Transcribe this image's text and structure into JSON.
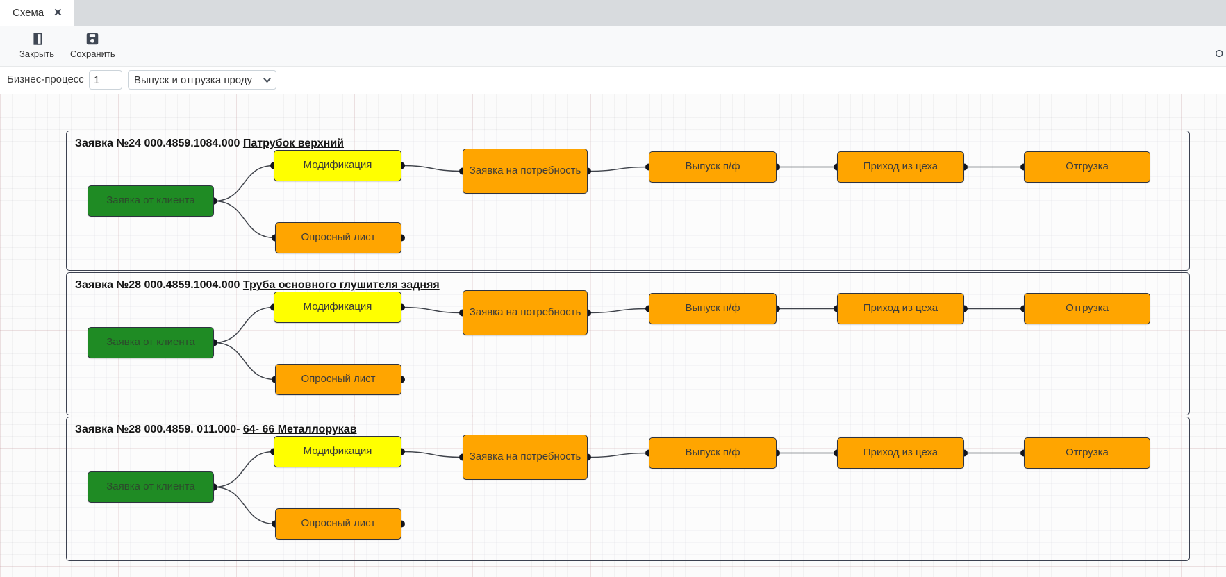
{
  "tab": {
    "title": "Схема",
    "close_glyph": "✕"
  },
  "toolbar": {
    "close_label": "Закрыть",
    "save_label": "Сохранить",
    "right_text": "О"
  },
  "form": {
    "label": "Бизнес-процесс",
    "number_value": "1",
    "process_name": "Выпуск и отгрузка проду"
  },
  "diagram": {
    "colors": {
      "green": "#1f8b24",
      "yellow": "#ffff00",
      "orange": "#ffa500",
      "node_border": "#2e3340",
      "edge": "#3f434b",
      "port": "#14161e"
    },
    "groups": [
      {
        "title_prefix": "Заявка №24 000.4859.1084.000 ",
        "title_product": "Патрубок верхний"
      },
      {
        "title_prefix": "Заявка №28 000.4859.1004.000 ",
        "title_product": "Труба основного глушителя задняя"
      },
      {
        "title_prefix": "Заявка №28 000.4859. 011.000- ",
        "title_product": "64- 66 Металлорукав"
      }
    ],
    "nodes": [
      {
        "id": "client",
        "label": "Заявка от клиента",
        "color": "green"
      },
      {
        "id": "modification",
        "label": "Модификация",
        "color": "yellow"
      },
      {
        "id": "survey",
        "label": "Опросный лист",
        "color": "orange"
      },
      {
        "id": "need",
        "label": "Заявка на потребность",
        "color": "orange"
      },
      {
        "id": "release",
        "label": "Выпуск п/ф",
        "color": "orange"
      },
      {
        "id": "arrival",
        "label": "Приход из цеха",
        "color": "orange"
      },
      {
        "id": "shipment",
        "label": "Отгрузка",
        "color": "orange"
      }
    ],
    "edges": [
      {
        "from": "client",
        "to": "modification"
      },
      {
        "from": "client",
        "to": "survey"
      },
      {
        "from": "modification",
        "to": "need"
      },
      {
        "from": "need",
        "to": "release"
      },
      {
        "from": "release",
        "to": "arrival"
      },
      {
        "from": "arrival",
        "to": "shipment"
      }
    ]
  }
}
